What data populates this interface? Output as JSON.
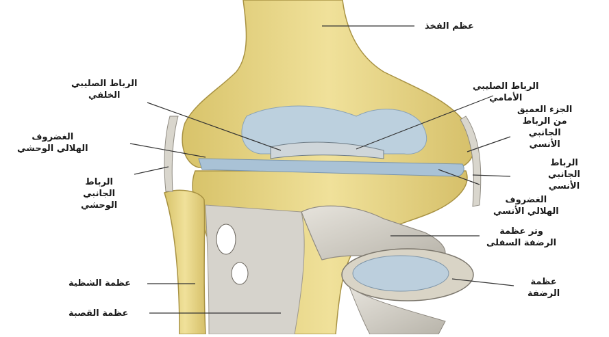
{
  "labels": {
    "femur": "عظم الفخذ",
    "pcl": [
      "الرباط الصليبي",
      "الخلفي"
    ],
    "acl": [
      "الرباط الصليبي",
      "الأمامي"
    ],
    "deep_mcl": [
      "الجزء العميق",
      "من الرباط",
      "الجانبي",
      "الأنسي"
    ],
    "lateral_meniscus": [
      "الغضروف",
      "الهلالي الوحشي"
    ],
    "mcl": [
      "الرباط",
      "الجانبي",
      "الأنسي"
    ],
    "lcl": [
      "الرباط",
      "الجانبي",
      "الوحشي"
    ],
    "medial_meniscus": [
      "الغضروف",
      "الهلالي الأنسي"
    ],
    "patellar_tendon": [
      "وتر عظمة",
      "الرضفة السفلى"
    ],
    "fibula": "عظمة الشظية",
    "patella": [
      "عظمة",
      "الرضفة"
    ],
    "tibia": "عظمة القصبة"
  },
  "colors": {
    "bone": "#e9d68a",
    "bone_shade": "#c9b262",
    "cartilage": "#b9cfe0",
    "tendon": "#d8d4cc",
    "line": "#333333"
  }
}
